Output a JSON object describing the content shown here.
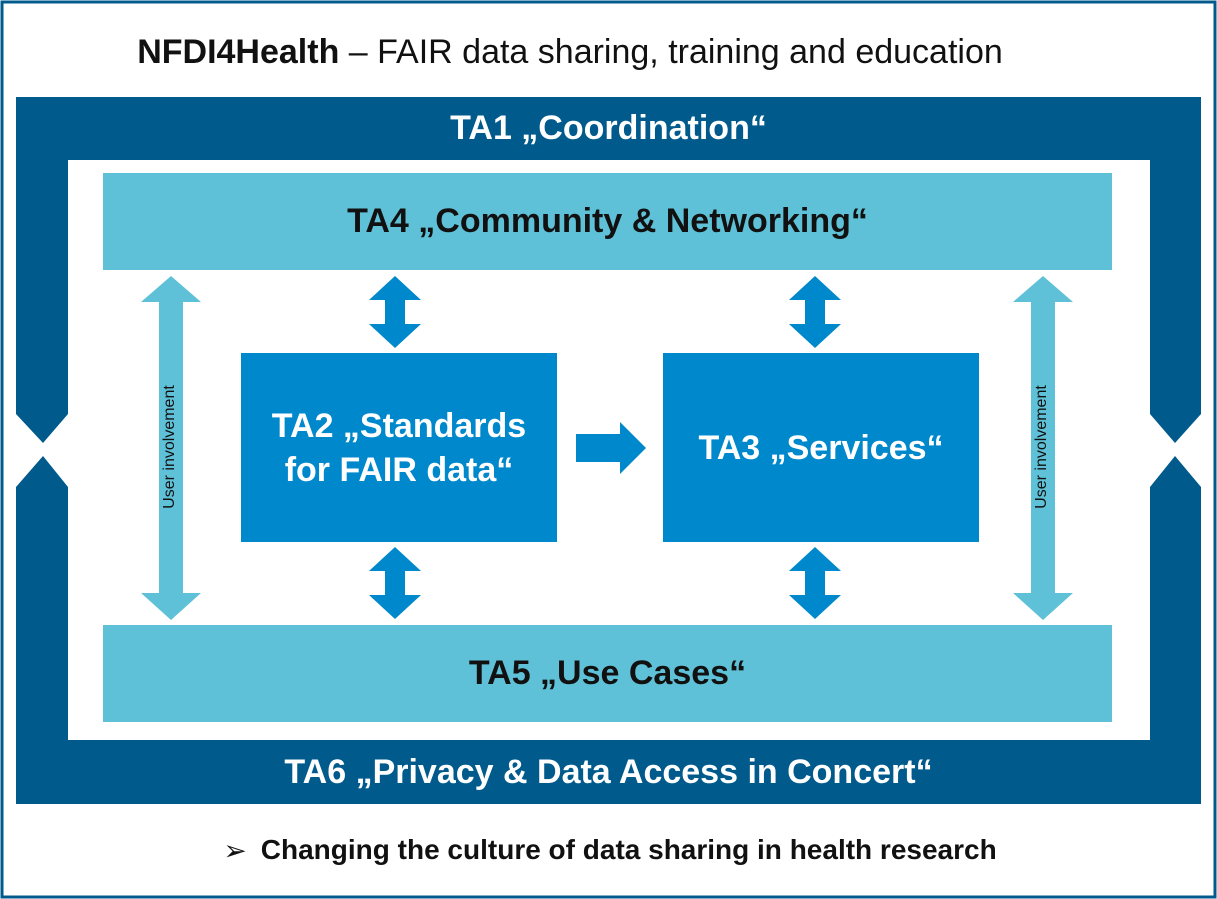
{
  "title": {
    "brand": "NFDI4Health",
    "rest": " – FAIR data sharing, training and education"
  },
  "areas": {
    "ta1": "TA1 „Coordination“",
    "ta2_line1": "TA2 „Standards",
    "ta2_line2": "for FAIR data“",
    "ta3": "TA3 „Services“",
    "ta4": "TA4 „Community & Networking“",
    "ta5": "TA5 „Use Cases“",
    "ta6": "TA6 „Privacy & Data Access in Concert“"
  },
  "side_labels": {
    "left": "User involvement",
    "right": "User involvement"
  },
  "footer": {
    "bullet": "➢",
    "text": "Changing the culture of data sharing in health research"
  },
  "colors": {
    "outer_border": "#005a8c",
    "dark_blue": "#005a8c",
    "light_blue": "#5fc1d7",
    "mid_blue": "#0088cc",
    "arrow_blue": "#0088cc",
    "arrow_light": "#5fc1d7"
  }
}
